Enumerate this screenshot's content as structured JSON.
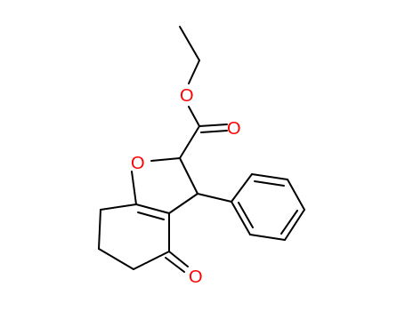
{
  "molecule": {
    "atoms": {
      "ester_ether_oxygen": "O",
      "ester_carbonyl_oxygen": "O",
      "ring_oxygen": "O",
      "ketone_oxygen": "O"
    }
  },
  "colors": {
    "bond": "#000000",
    "oxygen": "#ff0000",
    "background": "#ffffff"
  }
}
